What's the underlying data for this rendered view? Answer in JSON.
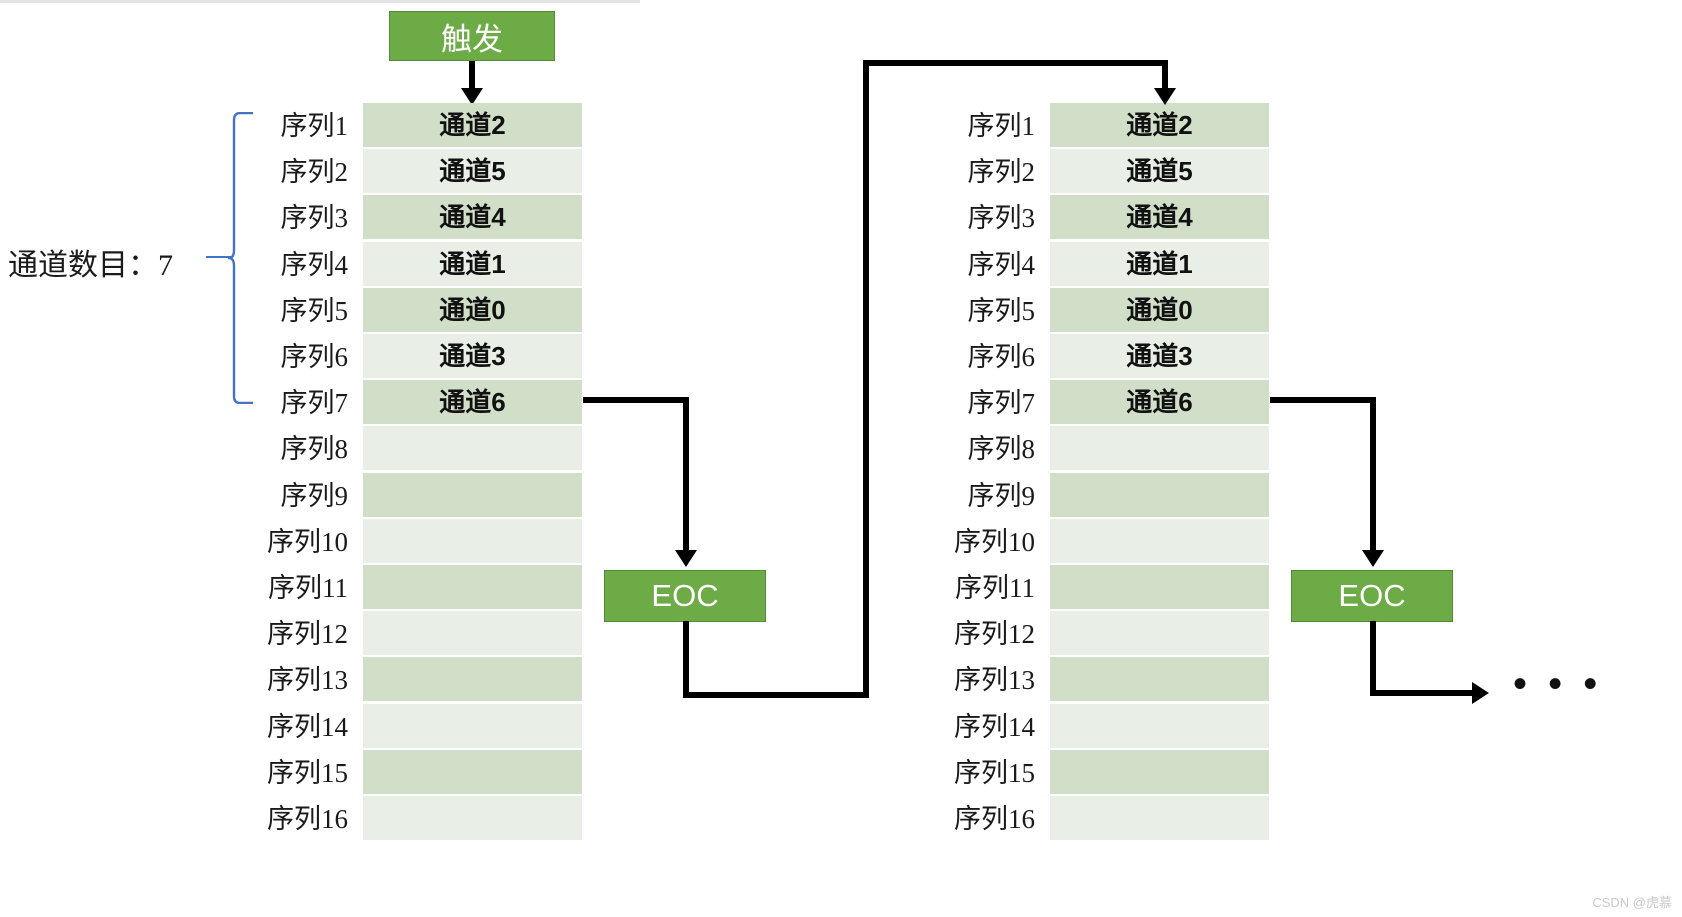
{
  "diagram": {
    "title_hidden": "",
    "trigger_label": "触发",
    "eoc_label": "EOC",
    "eoc_label_2": "EOC",
    "channel_count_label": "通道数目：7",
    "ellipsis": "• • •",
    "watermark": "CSDN @虎慕",
    "colors": {
      "green_box": "#6cab45",
      "green_box_border": "#54893a",
      "row_dark": "#d2dfc8",
      "row_light": "#e9efe6",
      "brace": "#4472c4",
      "line": "#000000",
      "text": "#111111"
    }
  },
  "groups": [
    {
      "id": "group-left",
      "name": "first-conversion-group",
      "rows": [
        {
          "seq": "序列1",
          "channel": "通道2"
        },
        {
          "seq": "序列2",
          "channel": "通道5"
        },
        {
          "seq": "序列3",
          "channel": "通道4"
        },
        {
          "seq": "序列4",
          "channel": "通道1"
        },
        {
          "seq": "序列5",
          "channel": "通道0"
        },
        {
          "seq": "序列6",
          "channel": "通道3"
        },
        {
          "seq": "序列7",
          "channel": "通道6"
        },
        {
          "seq": "序列8",
          "channel": ""
        },
        {
          "seq": "序列9",
          "channel": ""
        },
        {
          "seq": "序列10",
          "channel": ""
        },
        {
          "seq": "序列11",
          "channel": ""
        },
        {
          "seq": "序列12",
          "channel": ""
        },
        {
          "seq": "序列13",
          "channel": ""
        },
        {
          "seq": "序列14",
          "channel": ""
        },
        {
          "seq": "序列15",
          "channel": ""
        },
        {
          "seq": "序列16",
          "channel": ""
        }
      ]
    },
    {
      "id": "group-right",
      "name": "second-conversion-group",
      "rows": [
        {
          "seq": "序列1",
          "channel": "通道2"
        },
        {
          "seq": "序列2",
          "channel": "通道5"
        },
        {
          "seq": "序列3",
          "channel": "通道4"
        },
        {
          "seq": "序列4",
          "channel": "通道1"
        },
        {
          "seq": "序列5",
          "channel": "通道0"
        },
        {
          "seq": "序列6",
          "channel": "通道3"
        },
        {
          "seq": "序列7",
          "channel": "通道6"
        },
        {
          "seq": "序列8",
          "channel": ""
        },
        {
          "seq": "序列9",
          "channel": ""
        },
        {
          "seq": "序列10",
          "channel": ""
        },
        {
          "seq": "序列11",
          "channel": ""
        },
        {
          "seq": "序列12",
          "channel": ""
        },
        {
          "seq": "序列13",
          "channel": ""
        },
        {
          "seq": "序列14",
          "channel": ""
        },
        {
          "seq": "序列15",
          "channel": ""
        },
        {
          "seq": "序列16",
          "channel": ""
        }
      ]
    }
  ]
}
